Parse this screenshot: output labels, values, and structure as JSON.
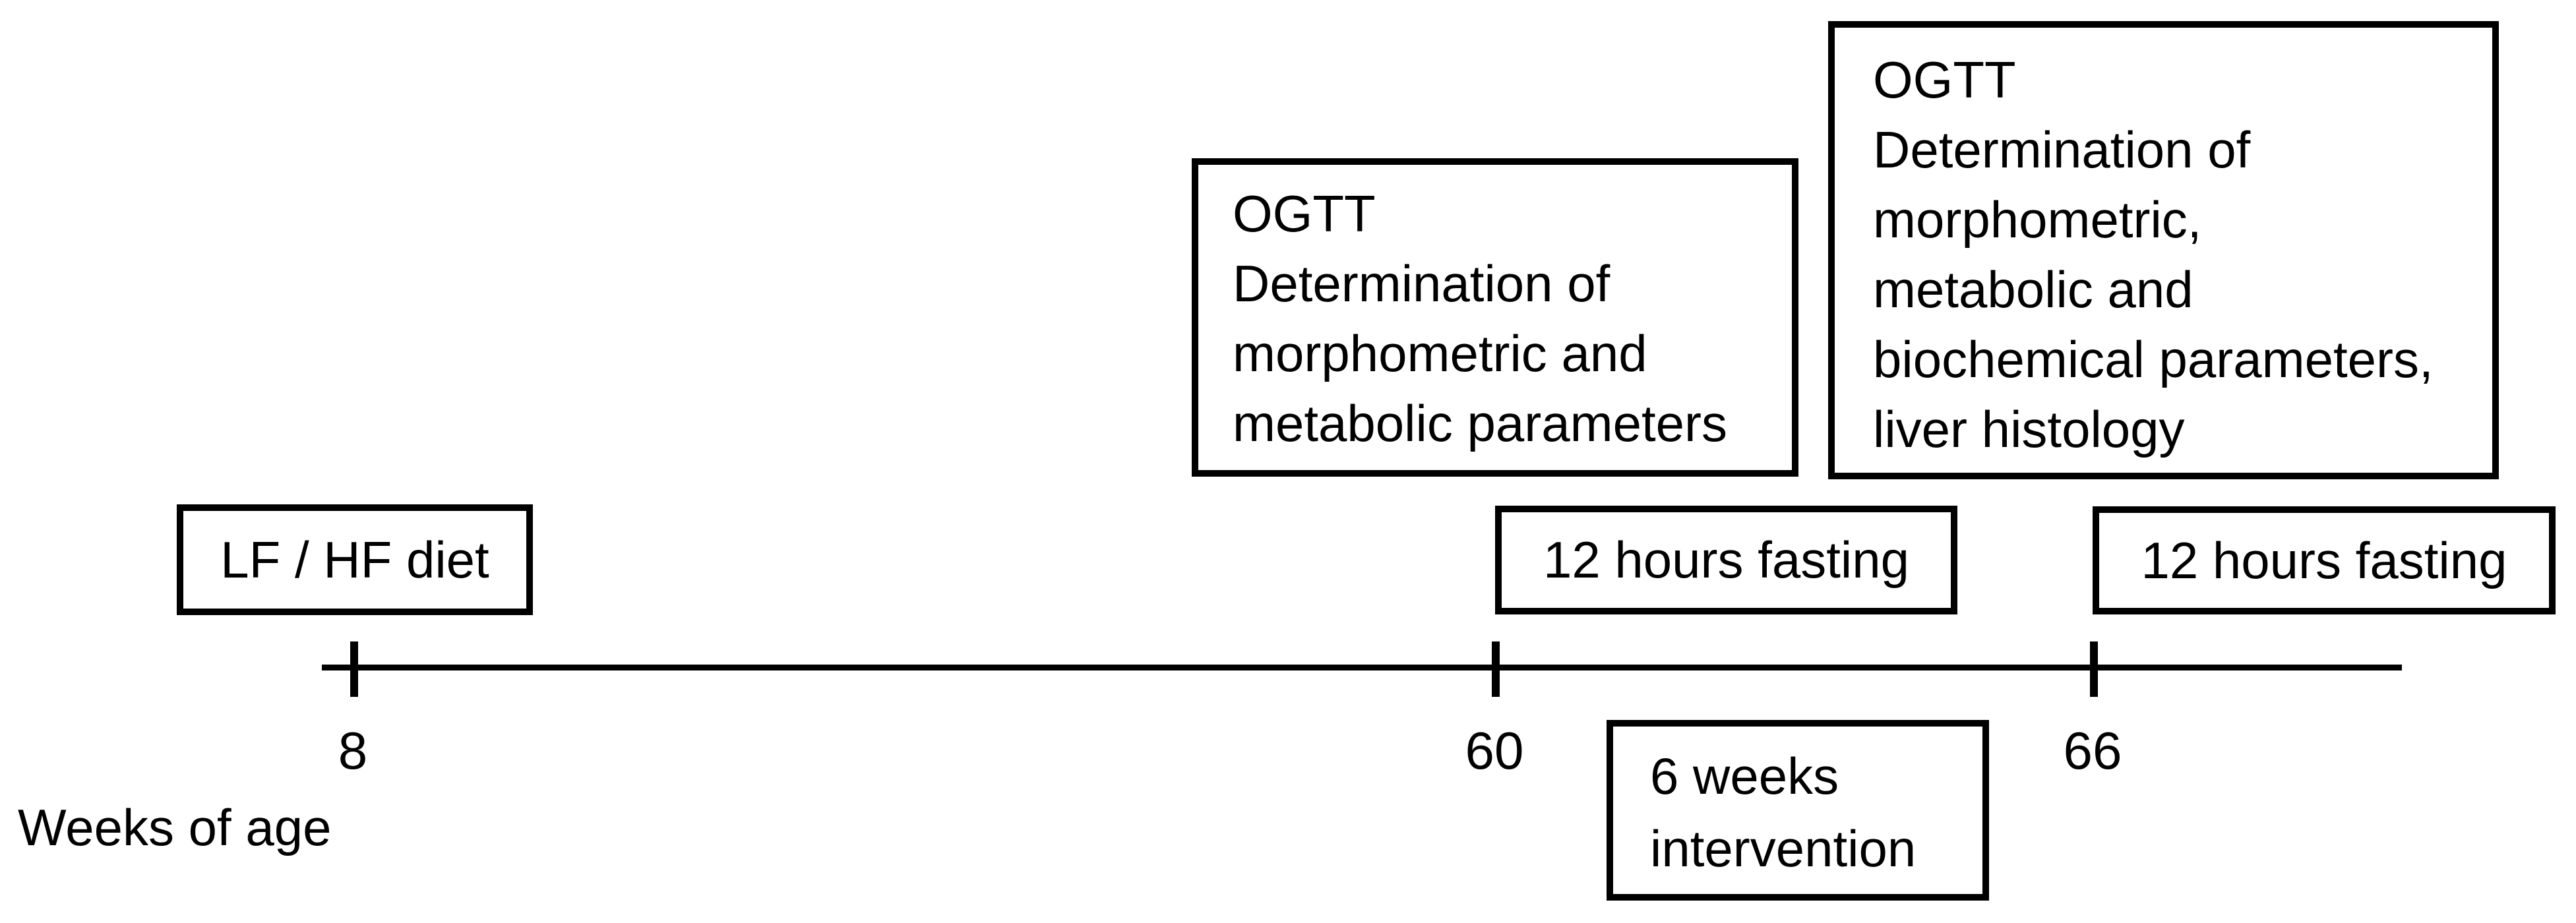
{
  "figure": {
    "colors": {
      "ink": "#000000",
      "background": "#ffffff"
    },
    "followup_mid_box": {
      "lines": [
        "OGTT",
        "Determination of",
        "morphometric and",
        "metabolic parameters"
      ]
    },
    "followup_final_box": {
      "lines": [
        "OGTT",
        "Determination of",
        "morphometric,",
        "metabolic and",
        "biochemical parameters,",
        "liver histology"
      ]
    },
    "diet_box": {
      "label": "LF / HF diet"
    },
    "fasting_box_60": {
      "label": "12 hours fasting"
    },
    "fasting_box_66": {
      "label": "12 hours fasting"
    },
    "intervention_box": {
      "lines": [
        "6 weeks",
        "intervention"
      ]
    },
    "timeline": {
      "axis_label": "Weeks of age",
      "ticks": [
        {
          "label": "8"
        },
        {
          "label": "60"
        },
        {
          "label": "66"
        }
      ]
    }
  }
}
